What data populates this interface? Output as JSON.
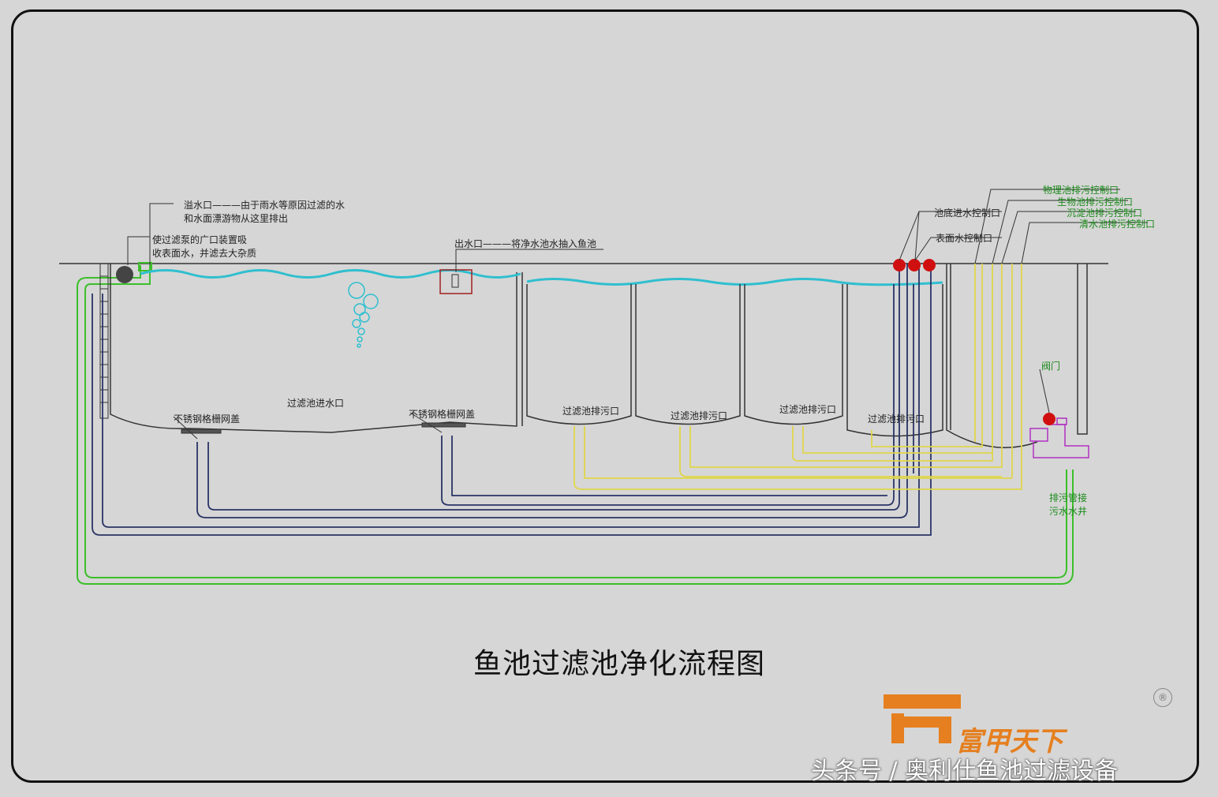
{
  "title": "鱼池过滤池净化流程图",
  "labels": {
    "overflow_1": "溢水口———由于雨水等原因过滤的水",
    "overflow_2": "和水面漂游物从这里排出",
    "skimmer_1": "使过滤泵的广口装置吸",
    "skimmer_2": "收表面水，并滤去大杂质",
    "outlet": "出水口———将净水池水抽入鱼池",
    "intake": "过滤池进水口",
    "bottom_drain_1": "不锈钢格栅网盖",
    "bottom_drain_2": "不锈钢格栅网盖",
    "filter_drain_1": "过滤池排污口",
    "filter_drain_2": "过滤池排污口",
    "filter_drain_3": "过滤池排污口",
    "filter_drain_4": "过滤池排污口",
    "bottom_valve": "池底进水控制口",
    "surface_valve": "表面水控制口",
    "valve_a": "物理池排污控制口",
    "valve_b": "生物池排污控制口",
    "valve_c": "沉淀池排污控制口",
    "valve_d": "清水池排污控制口",
    "gate_valve": "阀门",
    "sewer_1": "排污管接",
    "sewer_2": "污水水井"
  },
  "logo": {
    "text": "富甲天下",
    "mark": "®"
  },
  "watermark": "头条号 / 奥利仕鱼池过滤设备",
  "colors": {
    "water": "#2fbfcf",
    "green_pipe": "#3cbf2a",
    "yellow_pipe": "#e0d64a",
    "navy_pipe": "#2a3466",
    "valve": "#d01010",
    "purple": "#b030c0",
    "logo": "#e57f1f"
  }
}
